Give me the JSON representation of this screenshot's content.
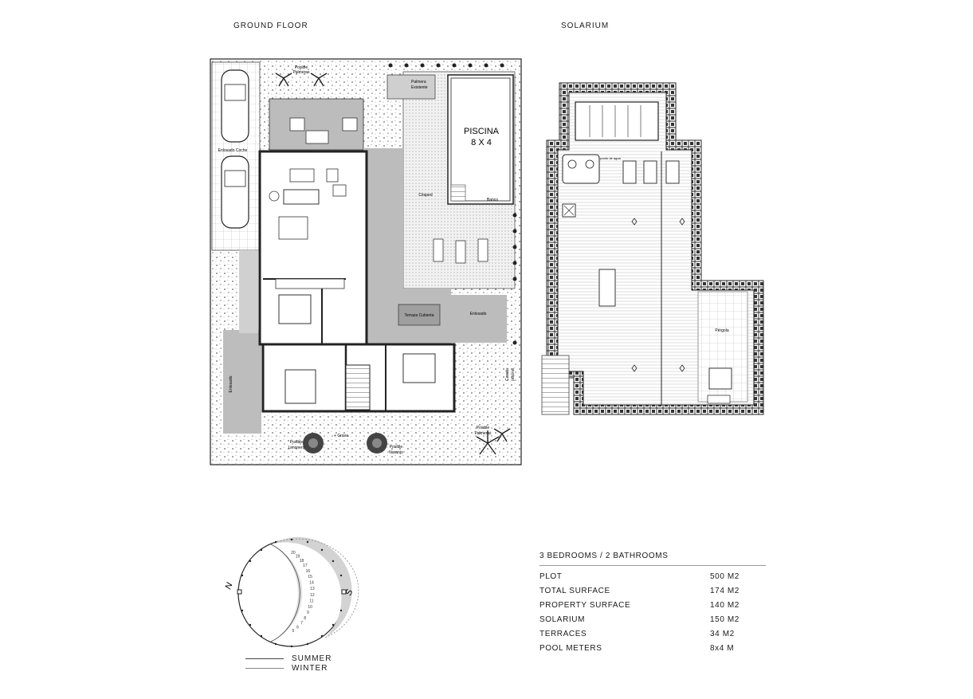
{
  "headings": {
    "ground_floor": "GROUND FLOOR",
    "solarium": "SOLARIUM"
  },
  "ground_floor_labels": {
    "pool_name": "PISCINA",
    "pool_size": "8 X 4",
    "palm_existing_1": "Palmera",
    "palm_existing_2": "Existente",
    "car_paving": "Enlosado Coche",
    "lawn": "Césped",
    "bench": "Banco",
    "covered_terrace": "Terraza Cubierta",
    "paving_1": "Enlosado",
    "paving_2": "Enlosado",
    "pool_hut_1": "Caseta",
    "pool_hut_2": "piscina",
    "lemon_1": "Posible",
    "lemon_2": "Limonero",
    "orange_1": "Posible",
    "orange_2": "Naranjo",
    "grass": "+ Grava",
    "palms_1": "Posible",
    "palms_2": "Palmeras",
    "palms_top_1": "Posible",
    "palms_top_2": "Palmeras"
  },
  "solarium_labels": {
    "pergola": "Pérgola",
    "water_point": "punto de agua"
  },
  "compass": {
    "north": "N",
    "south": "S",
    "hours": [
      "20",
      "19",
      "18",
      "17",
      "16",
      "15",
      "14",
      "13",
      "12",
      "11",
      "10",
      "9",
      "8",
      "7",
      "6",
      "5"
    ]
  },
  "specs": {
    "title": "3 BEDROOMS / 2 BATHROOMS",
    "rows": [
      {
        "label": "PLOT",
        "value": "500 M2"
      },
      {
        "label": "TOTAL SURFACE",
        "value": "174 M2"
      },
      {
        "label": "PROPERTY SURFACE",
        "value": "140 M2"
      },
      {
        "label": "SOLARIUM",
        "value": "150 M2"
      },
      {
        "label": "TERRACES",
        "value": "34 M2"
      },
      {
        "label": "POOL METERS",
        "value": "8x4 M"
      }
    ]
  },
  "legend": {
    "summer": "SUMMER",
    "winter": "WINTER"
  }
}
